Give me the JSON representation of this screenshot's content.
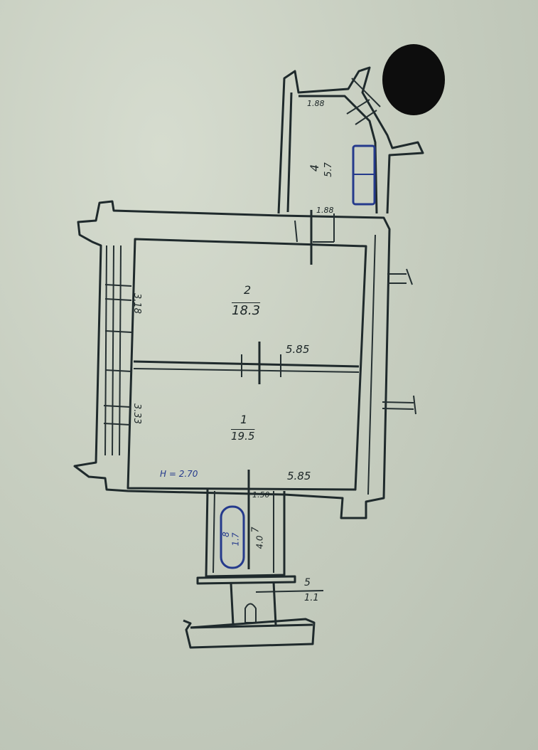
{
  "plan": {
    "room_2": {
      "number": "2",
      "area": "18.3"
    },
    "room_1": {
      "number": "1",
      "area": "19.5"
    },
    "room_kitchen": {
      "number": "4",
      "area": "5.7"
    },
    "room_7": {
      "number": "7",
      "area": "4.0"
    },
    "room_bath": {
      "number": "8",
      "area": "1.7"
    },
    "room_5": {
      "number": "5",
      "area": "1.1"
    },
    "dim_top_room_width": "5.85",
    "dim_bottom_room_width": "5.85",
    "dim_top_room_height": "3.18",
    "dim_bottom_room_height": "3.33",
    "dim_kitchen_top": "1.88",
    "dim_kitchen_bottom": "1.88",
    "dim_small_hall": "1.50",
    "ceiling_note": "H = 2.70"
  },
  "colors": {
    "paper": "#c9d0c3",
    "ink": "#1f2a2c",
    "blue_ink": "#253a8c",
    "redaction": "#0d0d0d"
  }
}
